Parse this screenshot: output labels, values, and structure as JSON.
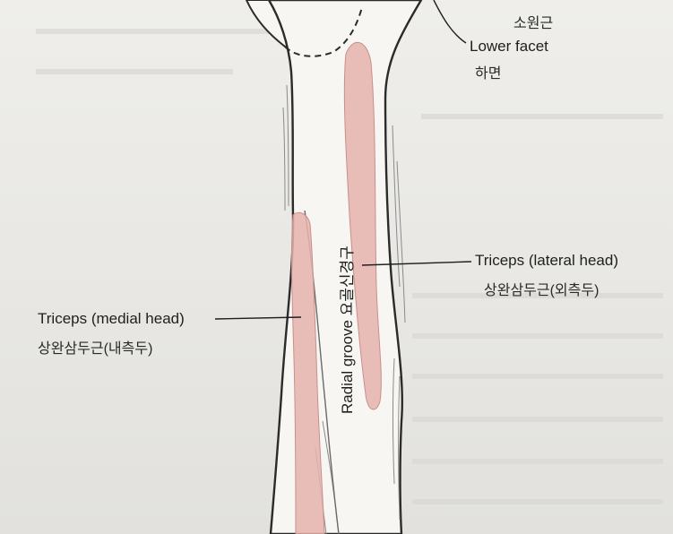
{
  "labels": {
    "teres_minor_ko": "소원근",
    "lower_facet": "Lower facet",
    "lower_facet_ko": "하면",
    "triceps_lateral": "Triceps (lateral head)",
    "triceps_lateral_ko": "상완삼두근(외측두)",
    "triceps_medial": "Triceps (medial head)",
    "triceps_medial_ko": "상완삼두근(내측두)",
    "radial_groove": "Radial groove 요골신경구"
  },
  "colors": {
    "background": "#ecebe7",
    "bone_fill": "#f7f6f2",
    "outline": "#2b2b2b",
    "muscle_attachment": "#e6b3ad"
  }
}
